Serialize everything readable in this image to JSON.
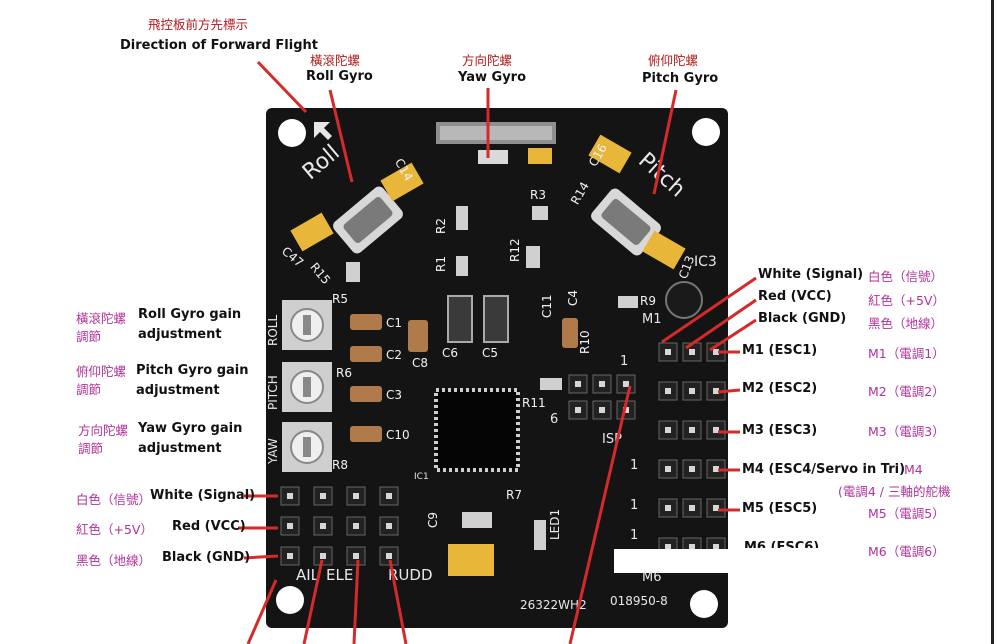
{
  "top": {
    "forward_cn": "飛控板前方先標示",
    "forward_en": "Direction of Forward Flight",
    "roll_cn": "橫滾陀螺",
    "roll_en": "Roll Gyro",
    "yaw_cn": "方向陀螺",
    "yaw_en": "Yaw Gyro",
    "pitch_cn": "俯仰陀螺",
    "pitch_en": "Pitch Gyro"
  },
  "left": {
    "roll_gain_cn1": "橫滾陀螺",
    "roll_gain_cn2": "調節",
    "roll_gain_en1": "Roll Gyro gain",
    "roll_gain_en2": "adjustment",
    "pitch_gain_cn1": "俯仰陀螺",
    "pitch_gain_cn2": "調節",
    "pitch_gain_en1": "Pitch Gyro gain",
    "pitch_gain_en2": "adjustment",
    "yaw_gain_cn1": "方向陀螺",
    "yaw_gain_cn2": "調節",
    "yaw_gain_en1": "Yaw Gyro gain",
    "yaw_gain_en2": "adjustment",
    "white_cn": "白色（信號）",
    "white_en": "White (Signal)",
    "red_cn": "紅色（+5V）",
    "red_en": "Red (VCC)",
    "black_cn": "黑色（地線）",
    "black_en": "Black (GND)"
  },
  "right": {
    "white_en": "White (Signal)",
    "white_cn": "白色（信號）",
    "red_en": "Red (VCC)",
    "red_cn": "紅色（+5V）",
    "black_en": "Black (GND)",
    "black_cn": "黑色（地線）",
    "m1_en": "M1 (ESC1)",
    "m1_cn": "M1（電調1）",
    "m2_en": "M2 (ESC2)",
    "m2_cn": "M2（電調2）",
    "m3_en": "M3 (ESC3)",
    "m3_cn": "M3（電調3）",
    "m4_en": "M4 (ESC4/Servo in Tri)",
    "m4_cn1": "M4",
    "m4_cn2": "(電調4 / 三軸的舵機",
    "m5_en": "M5 (ESC5)",
    "m5_cn": "M5（電調5）",
    "m6_en": "M6 (ESC6)",
    "m6_cn": "M6（電調6）"
  },
  "board": {
    "roll": "Roll",
    "pitch": "Pitch",
    "roll_pot": "ROLL",
    "pitch_pot": "PITCH",
    "yaw_pot": "YAW",
    "ail": "AIL",
    "ele": "ELE",
    "rudd": "RUDD",
    "serial1": "26322WH2",
    "serial2": "018950-8",
    "isp": "ISP",
    "ic1": "IC1",
    "ic3": "IC3",
    "led1": "LED1",
    "m1": "M1",
    "m6": "M6",
    "c1": "C1",
    "c2": "C2",
    "c3": "C3",
    "c4": "C4",
    "c5": "C5",
    "c6": "C6",
    "c8": "C8",
    "c9": "C9",
    "c10": "C10",
    "c11": "C11",
    "c13": "C13",
    "c14": "C14",
    "c16": "C16",
    "c47": "C47",
    "r1": "R1",
    "r2": "R2",
    "r3": "R3",
    "r5": "R5",
    "r6": "R6",
    "r7": "R7",
    "r8": "R8",
    "r9": "R9",
    "r10": "R10",
    "r11": "R11",
    "r12": "R12",
    "r14": "R14",
    "r15": "R15",
    "pin6": "6",
    "one": "1"
  },
  "colors": {
    "board": "#141414",
    "chinese_label": "#b0329a",
    "arrow": "#d42a2a",
    "capacitor": "#e8b73a",
    "pot": "#cfcfcf"
  }
}
